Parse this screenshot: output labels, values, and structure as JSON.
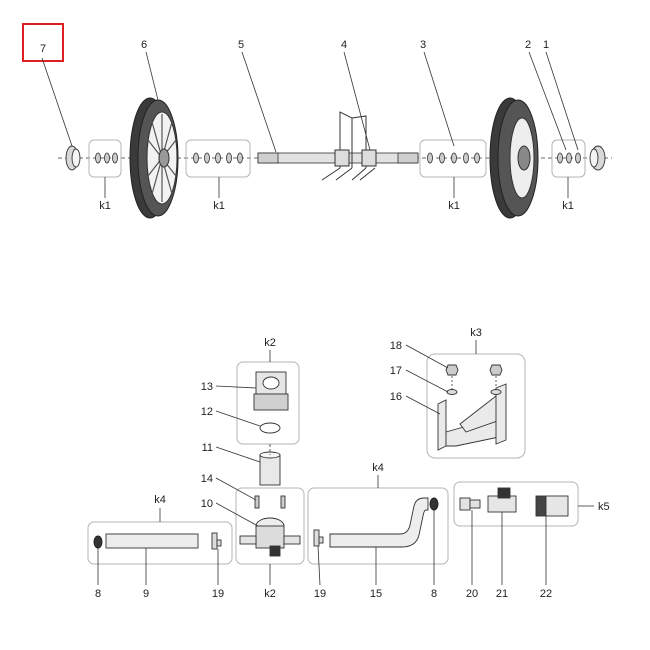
{
  "labels": {
    "p1": "1",
    "p2": "2",
    "p3": "3",
    "p4": "4",
    "p5": "5",
    "p6": "6",
    "p7": "7",
    "p8a": "8",
    "p8b": "8",
    "p9": "9",
    "p10": "10",
    "p11": "11",
    "p12": "12",
    "p13": "13",
    "p14": "14",
    "p15": "15",
    "p16": "16",
    "p17": "17",
    "p18": "18",
    "p19a": "19",
    "p19b": "19",
    "p20": "20",
    "p21": "21",
    "p22": "22",
    "k1a": "k1",
    "k1b": "k1",
    "k1c": "k1",
    "k1d": "k1",
    "k2a": "k2",
    "k2b": "k2",
    "k3": "k3",
    "k4a": "k4",
    "k4b": "k4",
    "k5": "k5"
  },
  "highlight": {
    "part": "7",
    "color": "#e02020"
  }
}
